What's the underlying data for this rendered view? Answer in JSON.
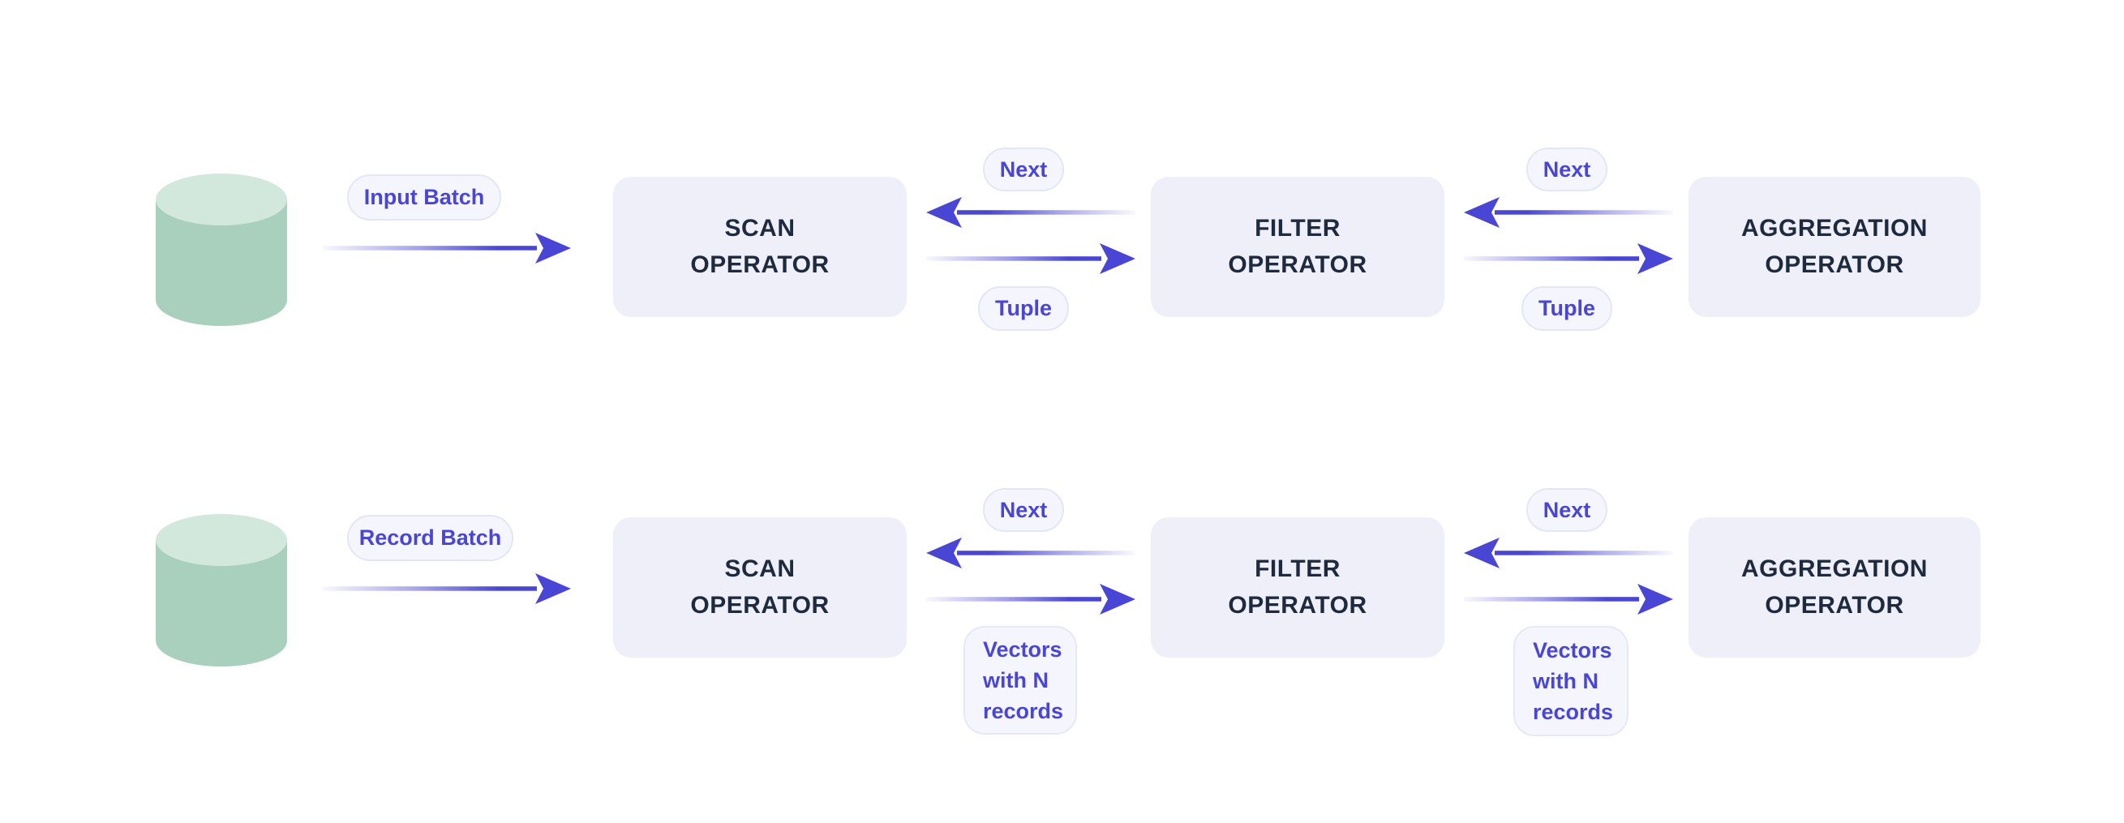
{
  "diagram": {
    "description_colors": {
      "accent_indigo": "#4a46d5",
      "operator_box_bg": "#efeffa",
      "operator_text": "#1e2b3e",
      "pill_bg": "#f5f6fd",
      "pill_border": "#e3e6f9",
      "cylinder_top": "#d3e8dd",
      "cylinder_body": "#a8d0bd"
    },
    "rows": [
      {
        "source_label": "Input Batch",
        "operators": [
          {
            "line1": "SCAN",
            "line2": "OPERATOR"
          },
          {
            "line1": "FILTER",
            "line2": "OPERATOR"
          },
          {
            "line1": "AGGREGATION",
            "line2": "OPERATOR"
          }
        ],
        "links": [
          {
            "back_label": "Next",
            "forward_label": "Tuple"
          },
          {
            "back_label": "Next",
            "forward_label": "Tuple"
          }
        ]
      },
      {
        "source_label": "Record Batch",
        "operators": [
          {
            "line1": "SCAN",
            "line2": "OPERATOR"
          },
          {
            "line1": "FILTER",
            "line2": "OPERATOR"
          },
          {
            "line1": "AGGREGATION",
            "line2": "OPERATOR"
          }
        ],
        "links": [
          {
            "back_label": "Next",
            "forward_lines": [
              "Vectors",
              "with N",
              "records"
            ]
          },
          {
            "back_label": "Next",
            "forward_lines": [
              "Vectors",
              "with N",
              "records"
            ]
          }
        ]
      }
    ]
  }
}
